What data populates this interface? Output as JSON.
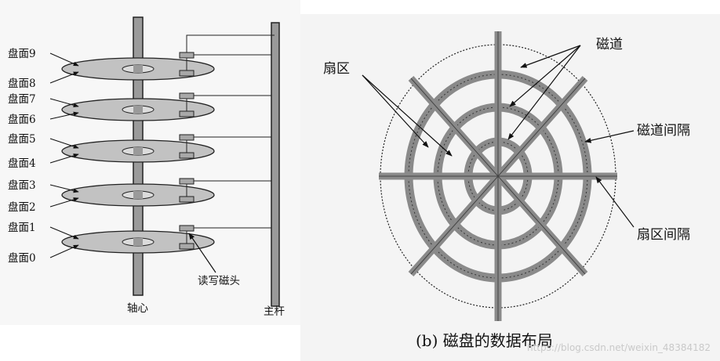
{
  "left_diagram": {
    "platter_labels": [
      "盘面9",
      "盘面8",
      "盘面7",
      "盘面6",
      "盘面5",
      "盘面4",
      "盘面3",
      "盘面2",
      "盘面1",
      "盘面0"
    ],
    "spindle_label": "轴心",
    "arm_label": "主杆",
    "head_label": "读写磁头"
  },
  "right_diagram": {
    "sector_label": "扇区",
    "track_label": "磁道",
    "track_gap_label": "磁道间隔",
    "sector_gap_label": "扇区间隔",
    "caption": "(b) 磁盘的数据布局"
  },
  "watermark": "https://blog.csdn.net/weixin_48384182",
  "colors": {
    "platter_fill": "#c2c2c2",
    "track_band": "#8a8a8a",
    "line": "#222222",
    "background": "#ffffff"
  }
}
